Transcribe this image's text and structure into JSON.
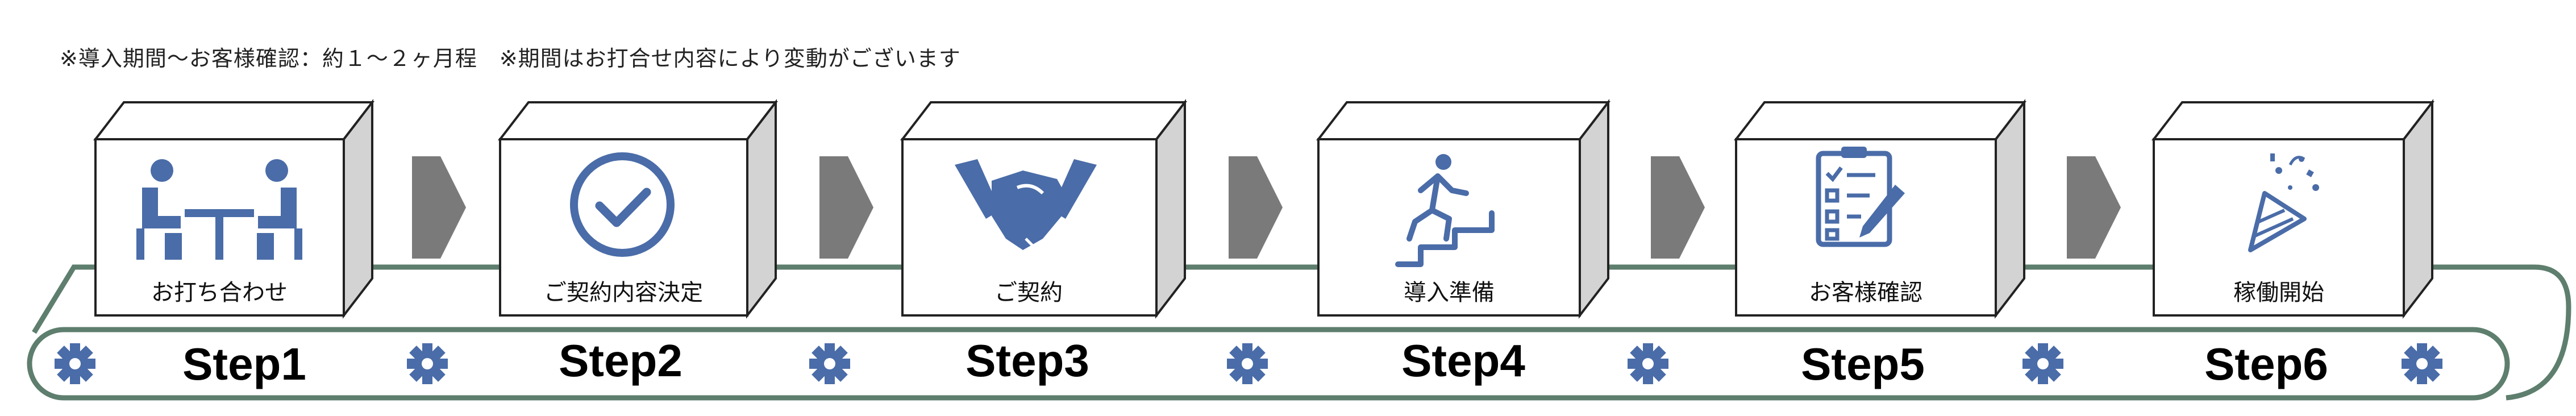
{
  "note": "※導入期間〜お客様確認：約１〜２ヶ月程　※期間はお打合せ内容により変動がございます",
  "colors": {
    "icon": "#4A6CA8",
    "belt": "#5E7E6E",
    "arrow": "#7A7A7A",
    "box_side": "#D3D3D3"
  },
  "steps": [
    {
      "label": "Step1",
      "caption": "お打ち合わせ",
      "icon": "meeting-icon"
    },
    {
      "label": "Step2",
      "caption": "ご契約内容決定",
      "icon": "checkmark-circle-icon"
    },
    {
      "label": "Step3",
      "caption": "ご契約",
      "icon": "handshake-icon"
    },
    {
      "label": "Step4",
      "caption": "導入準備",
      "icon": "stairs-climber-icon"
    },
    {
      "label": "Step5",
      "caption": "お客様確認",
      "icon": "checklist-icon"
    },
    {
      "label": "Step6",
      "caption": "稼働開始",
      "icon": "party-popper-icon"
    }
  ]
}
